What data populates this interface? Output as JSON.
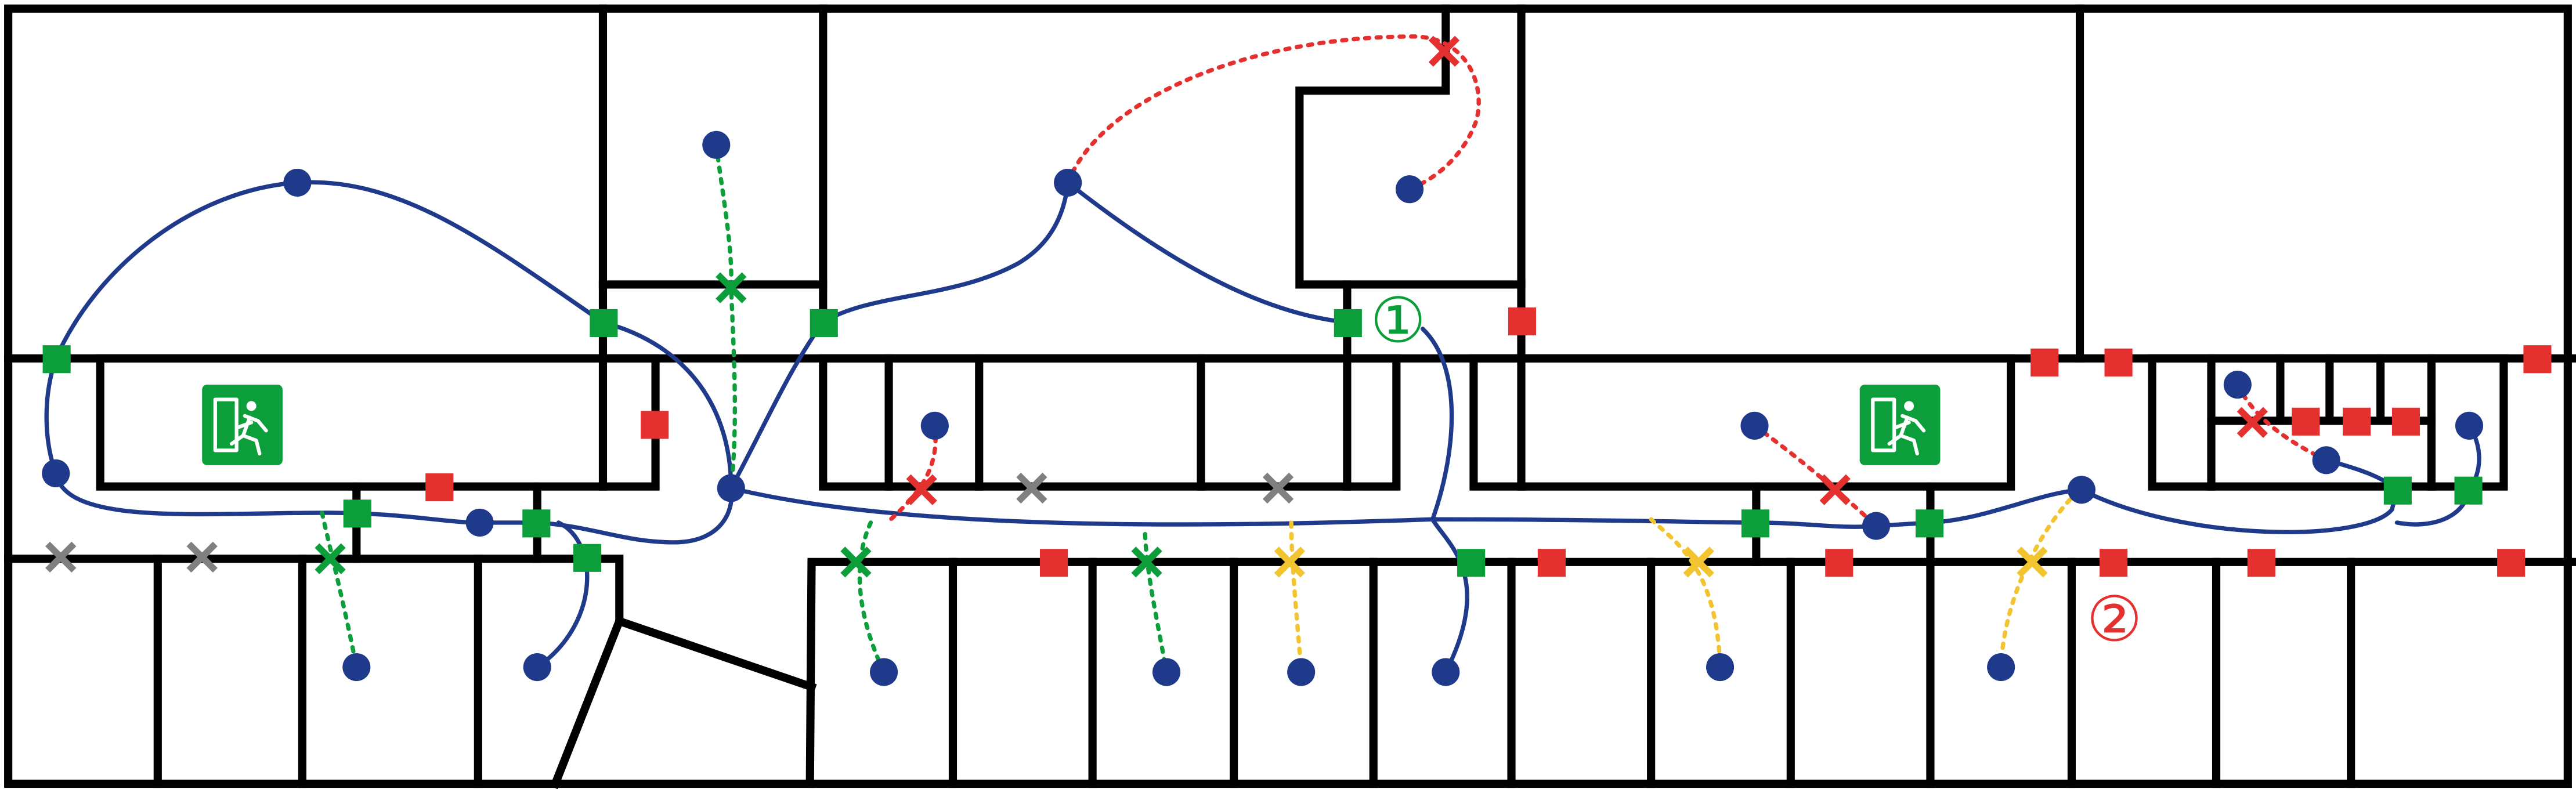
{
  "colors": {
    "wall": "#000000",
    "route": "#1f3a8a",
    "node": "#1f3a8a",
    "green": "#0c9e3a",
    "red": "#e53030",
    "yellow": "#f2c42f",
    "gray": "#808080",
    "exit_sign": "#0c9e3a"
  },
  "annotations": {
    "label_one": "①",
    "label_two": "②"
  },
  "icons": {
    "exit_sign": "emergency-exit-icon"
  },
  "legend_semantics": {
    "blue_circle": "node",
    "green_square": "door-passable",
    "red_square": "door-blocked",
    "x_marker": "blocked-passage"
  }
}
